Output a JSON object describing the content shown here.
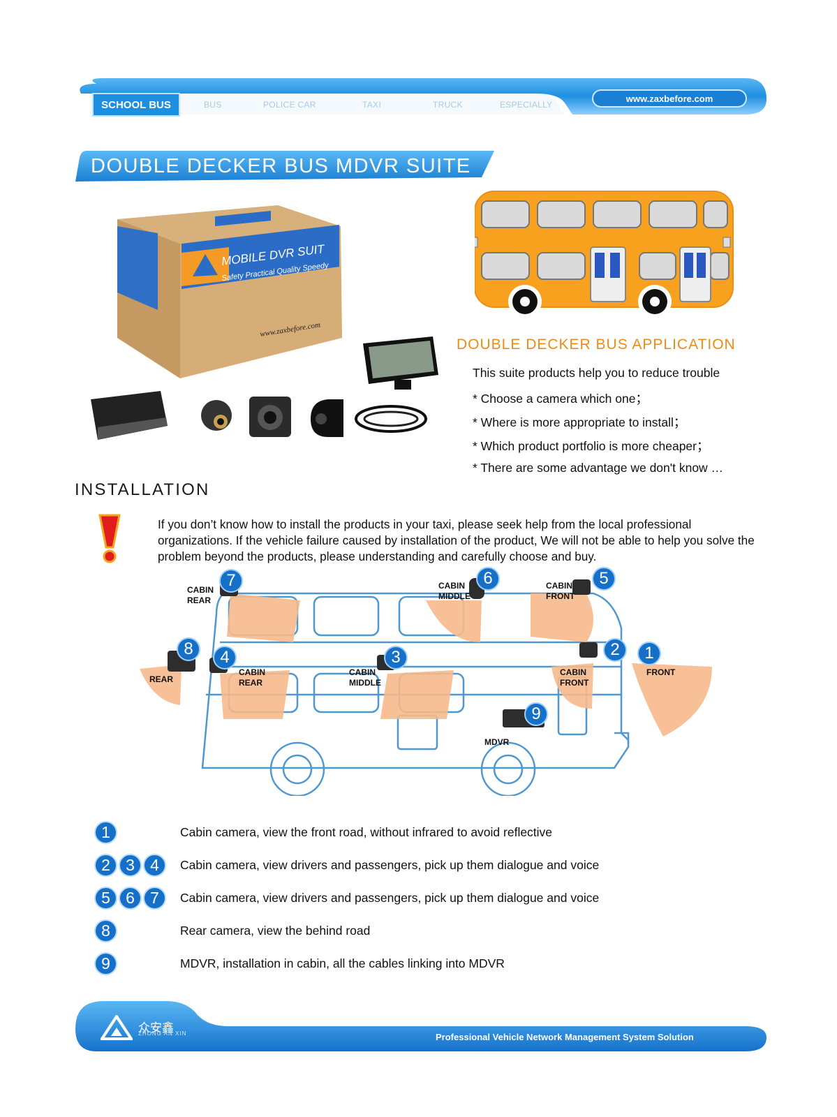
{
  "header": {
    "nav_items": [
      "SCHOOL BUS",
      "BUS",
      "POLICE CAR",
      "TAXI",
      "TRUCK",
      "ESPECIALLY"
    ],
    "active_item": "SCHOOL BUS",
    "url": "www.zaxbefore.com"
  },
  "title": "DOUBLE DECKER BUS MDVR SUITE",
  "box": {
    "main_text": "MOBILE DVR SUIT",
    "slogan": "Safety Practical Quality Speedy",
    "url": "www.zaxbefore.com"
  },
  "application": {
    "title": "DOUBLE DECKER BUS APPLICATION",
    "lines": [
      "This suite products help you to reduce trouble",
      "* Choose a camera which one；",
      "* Where is more appropriate to install；",
      "* Which product portfolio is more cheaper；",
      "* There are some advantage we don't know …"
    ]
  },
  "installation": {
    "heading": "INSTALLATION",
    "warning": "If you don’t know how to install the products in your taxi, please seek help from the local professional organizations. If the vehicle failure caused by installation of the product, We will not be able to help you solve the problem beyond the products, please understanding and carefully choose and buy."
  },
  "diagram": {
    "labels": {
      "cabin_rear_top": "CABIN\nREAR",
      "cabin_middle_top": "CABIN\nMIDDLE",
      "cabin_front_top": "CABIN\nFRONT",
      "rear": "REAR",
      "cabin_rear_low": "CABIN\nREAR",
      "cabin_middle_low": "CABIN\nMIDDLE",
      "cabin_front_low": "CABIN\nFRONT",
      "front": "FRONT",
      "mdvr": "MDVR"
    },
    "numbers": [
      "1",
      "2",
      "3",
      "4",
      "5",
      "6",
      "7",
      "8",
      "9"
    ]
  },
  "legend": [
    {
      "nums": [
        "1"
      ],
      "text": "Cabin camera, view the front road, without infrared to avoid reflective"
    },
    {
      "nums": [
        "2",
        "3",
        "4"
      ],
      "text": "Cabin camera, view drivers and passengers, pick up them dialogue and voice"
    },
    {
      "nums": [
        "5",
        "6",
        "7"
      ],
      "text": "Cabin camera, view drivers and passengers, pick up them dialogue and voice"
    },
    {
      "nums": [
        "8"
      ],
      "text": "Rear camera, view the behind road"
    },
    {
      "nums": [
        "9"
      ],
      "text": "MDVR, installation in cabin, all the cables linking into MDVR"
    }
  ],
  "footer": {
    "brand": "众安鑫",
    "brand_sub": "ZHONG AN XIN",
    "slogan": "Professional Vehicle Network Management System Solution"
  },
  "colors": {
    "brand_blue": "#1e8fe0",
    "accent_orange": "#f08a17",
    "bus_orange": "#f7a11e",
    "cone": "#f6b98c"
  }
}
